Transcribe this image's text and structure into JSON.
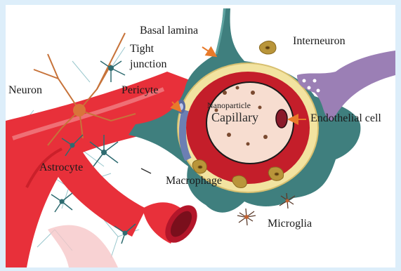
{
  "labels": {
    "basal_lamina": "Basal lamina",
    "tight_junction_line1": "Tight",
    "tight_junction_line2": "junction",
    "interneuron": "Interneuron",
    "neuron": "Neuron",
    "pericyte": "Pericyte",
    "nanoparticle": "Nanoparticle",
    "capillary": "Capillary",
    "endothelial_cell": "Endothelial cell",
    "astrocyte": "Astrocyte",
    "macrophage": "Macrophage",
    "microglia": "Microglia"
  },
  "colors": {
    "frame": "#ddeefa",
    "blood_vessel": "#e8303a",
    "astrocyte_endfeet": "#3f7f7e",
    "basal_lamina": "#f2e3a0",
    "endothelium": "#c41e2a",
    "lumen": "#f7ddd0",
    "interneuron": "#9b7fb5",
    "macrophage": "#b9953a",
    "arrow": "#e87a2a",
    "neuron": "#c7733a"
  },
  "icons": [
    "neuron-icon",
    "astrocyte-icon",
    "microglia-icon",
    "macrophage-icon",
    "nanoparticle-dot-icon",
    "interneuron-icon"
  ]
}
